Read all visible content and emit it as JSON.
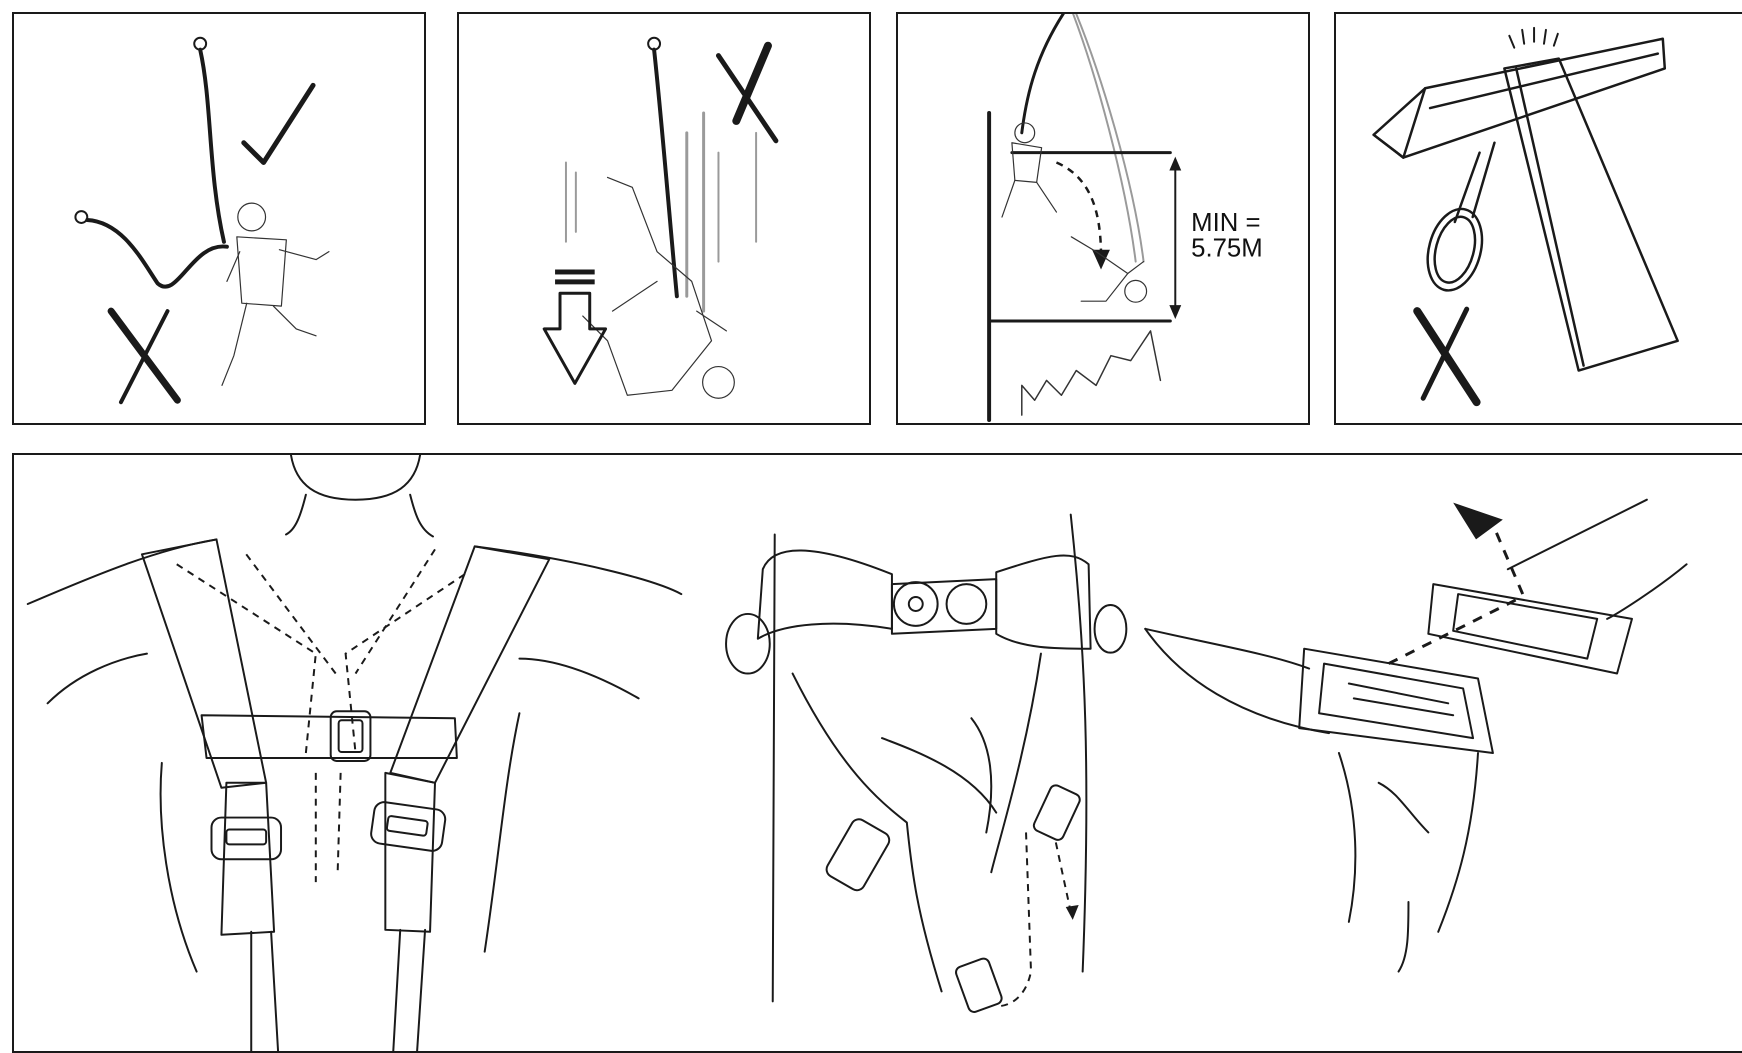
{
  "panels": [
    {
      "id": "lanyard-attachment-point",
      "verdict": "correct-and-incorrect"
    },
    {
      "id": "fall-factor",
      "verdict": "incorrect"
    },
    {
      "id": "clearance-distance",
      "verdict": "info"
    },
    {
      "id": "sharp-edge",
      "verdict": "incorrect"
    },
    {
      "id": "harness-fitting",
      "verdict": "info"
    }
  ],
  "clearance": {
    "label_line1": "MIN =",
    "label_line2": "5.75M"
  },
  "colors": {
    "line": "#1a1a1a",
    "faded": "#9a9a9a",
    "background": "#ffffff"
  },
  "icons": [
    "check-mark-icon",
    "cross-mark-icon",
    "down-arrow-icon",
    "dimension-arrow-icon"
  ]
}
